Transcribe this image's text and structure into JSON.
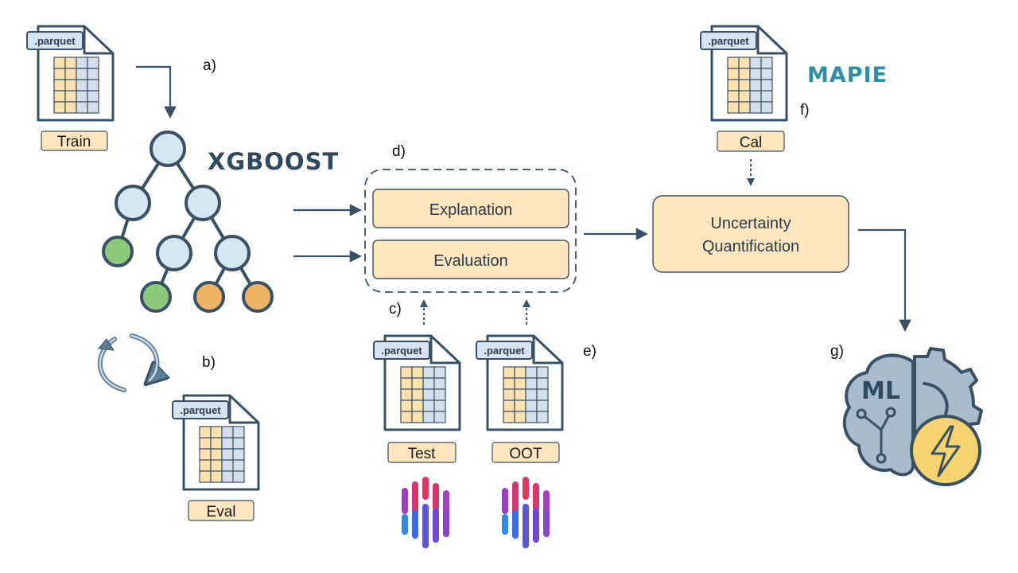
{
  "colors": {
    "outline": "#3a5064",
    "node_blue": "#d6e7f4",
    "leaf_green": "#8cc97a",
    "leaf_orange": "#eeb465",
    "box_fill": "#fde5bd",
    "table_yellow": "#fbe2ae",
    "table_blue": "#d3e0ec",
    "xgboost": "#2f4a5e",
    "mapie": "#2c8fa6"
  },
  "step_labels": {
    "a": "a)",
    "b": "b)",
    "c": "c)",
    "d": "d)",
    "e": "e)",
    "f": "f)",
    "g": "g)"
  },
  "datasets": {
    "train": {
      "file_tag": ".parquet",
      "label": "Train"
    },
    "eval": {
      "file_tag": ".parquet",
      "label": "Eval"
    },
    "test": {
      "file_tag": ".parquet",
      "label": "Test"
    },
    "oot": {
      "file_tag": ".parquet",
      "label": "OOT"
    },
    "cal": {
      "file_tag": ".parquet",
      "label": "Cal"
    }
  },
  "model": {
    "brand": "XGBOOST",
    "tree_nodes": [
      {
        "id": "root",
        "kind": "internal"
      },
      {
        "id": "l1-left",
        "kind": "internal"
      },
      {
        "id": "l1-right",
        "kind": "internal"
      },
      {
        "id": "l2-leaf-green",
        "kind": "leaf-green"
      },
      {
        "id": "l2-mid",
        "kind": "internal"
      },
      {
        "id": "l2-right",
        "kind": "internal"
      },
      {
        "id": "l3-leaf-green",
        "kind": "leaf-green"
      },
      {
        "id": "l3-leaf-orange-1",
        "kind": "leaf-orange"
      },
      {
        "id": "l3-leaf-orange-2",
        "kind": "leaf-orange"
      }
    ]
  },
  "analysis": {
    "boxes": [
      "Explanation",
      "Evaluation"
    ]
  },
  "uq": {
    "line1": "Uncertainty",
    "line2": "Quantification",
    "library": "MAPIE"
  },
  "output": {
    "icon_text": "ML",
    "icon": "brain-gear-lightning-icon"
  },
  "icons": [
    "parquet-file-icon",
    "refresh-cycle-icon",
    "soundwave-logo-icon",
    "brain-gear-lightning-icon"
  ]
}
